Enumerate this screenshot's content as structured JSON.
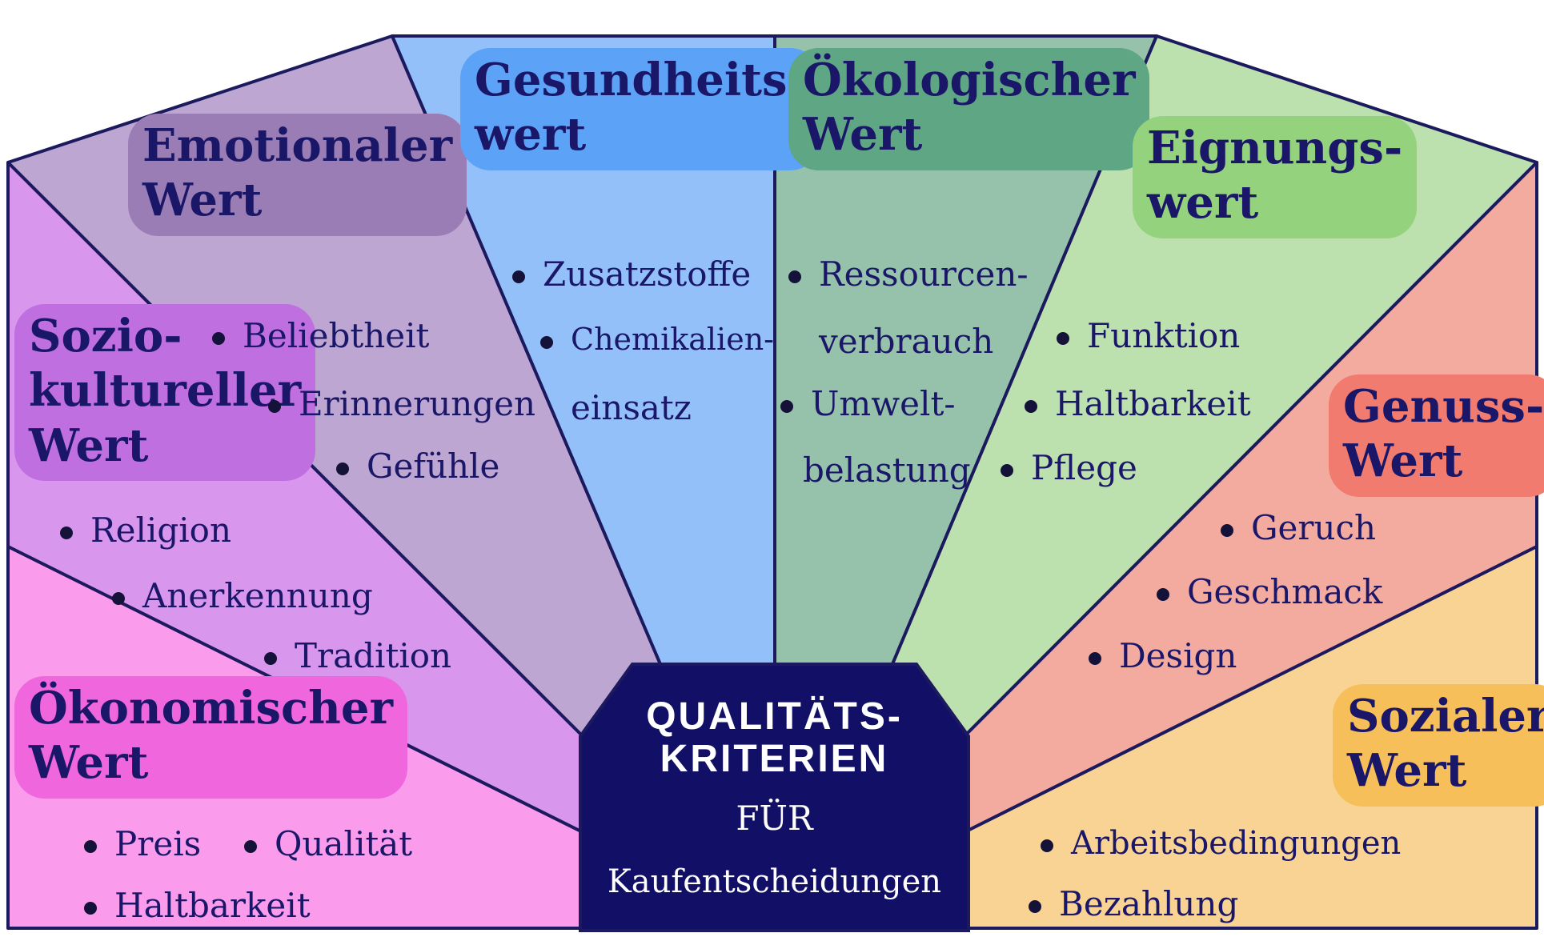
{
  "colors": {
    "ink": "#1a1668",
    "outline": "#1c1a5e",
    "center_box": "#120f66",
    "oekonomisch": "#fa9bec",
    "soziokulturell": "#d896ec",
    "emotional": "#bda6d1",
    "gesundheit": "#93c0f9",
    "oekologisch": "#96c2ab",
    "eignung": "#bde1ae",
    "genuss": "#f3aba0",
    "sozial": "#f9d394"
  },
  "center": {
    "line1": "QUALITÄTS-",
    "line2": "KRITERIEN",
    "line3": "FÜR",
    "line4": "Kaufentscheidungen"
  },
  "segments": {
    "oekonomisch": {
      "title_line1": "Ökonomischer",
      "title_line2": "Wert",
      "items": [
        "Preis",
        "Qualität",
        "Haltbarkeit"
      ]
    },
    "soziokulturell": {
      "title_line1": "Sozio-",
      "title_line2": "kultureller",
      "title_line3": "Wert",
      "items": [
        "Religion",
        "Anerkennung",
        "Tradition"
      ]
    },
    "emotional": {
      "title_line1": "Emotionaler",
      "title_line2": "Wert",
      "items": [
        "Beliebtheit",
        "Erinnerungen",
        "Gefühle"
      ]
    },
    "gesundheit": {
      "title_line1": "Gesundheits-",
      "title_line2": "wert",
      "items": [
        "Zusatzstoffe",
        "Chemikalien-",
        "einsatz"
      ]
    },
    "oekologisch": {
      "title_line1": "Ökologischer",
      "title_line2": "Wert",
      "items": [
        "Ressourcen-",
        "verbrauch",
        "Umwelt-",
        "belastung"
      ]
    },
    "eignung": {
      "title_line1": "Eignungs-",
      "title_line2": "wert",
      "items": [
        "Funktion",
        "Haltbarkeit",
        "Pflege"
      ]
    },
    "genuss": {
      "title_line1": "Genuss-",
      "title_line2": "Wert",
      "items": [
        "Geruch",
        "Geschmack",
        "Design"
      ]
    },
    "sozial": {
      "title_line1": "Sozialer",
      "title_line2": "Wert",
      "items": [
        "Arbeitsbedingungen",
        "Bezahlung"
      ]
    }
  }
}
